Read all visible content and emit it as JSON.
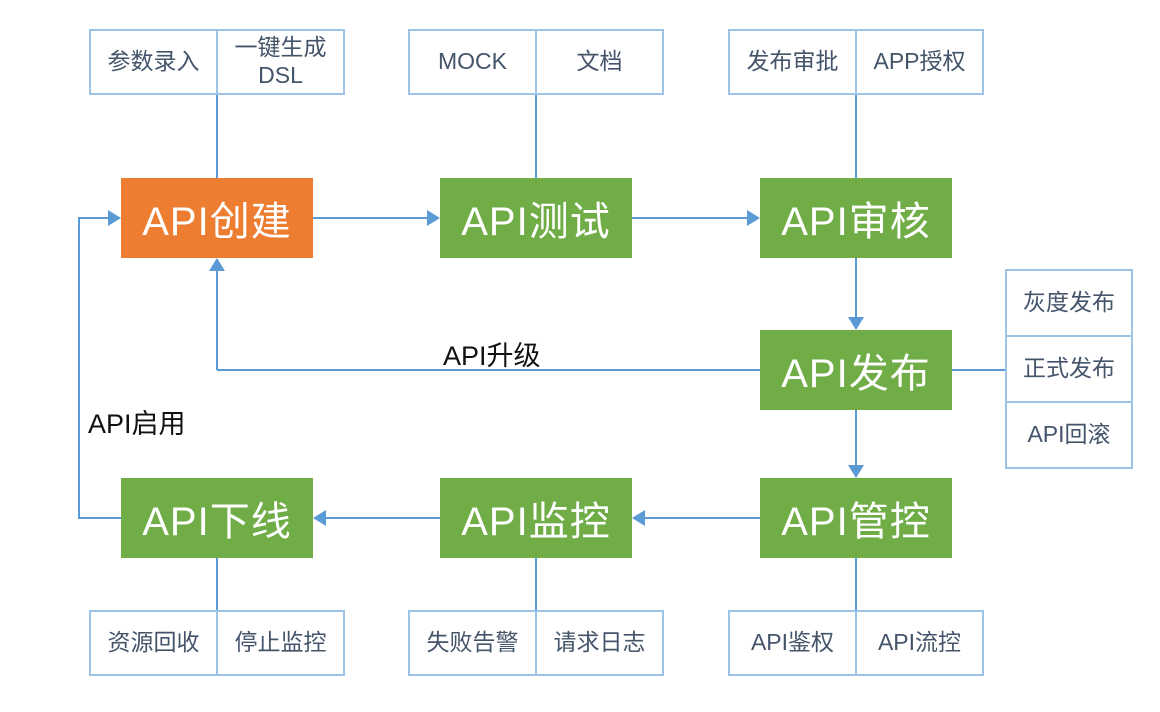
{
  "title": "API lifecycle flowchart",
  "colors": {
    "node_orange": "#ED7D31",
    "node_green": "#70AD47",
    "connector_blue": "#5B9BD5",
    "detail_border": "#9DC3E6",
    "detail_text": "#44546A",
    "node_text": "#FFFFFF",
    "label_text": "#111111",
    "background": "#FFFFFF"
  },
  "nodes": {
    "create": {
      "label": "API创建"
    },
    "test": {
      "label": "API测试"
    },
    "review": {
      "label": "API审核"
    },
    "publish": {
      "label": "API发布"
    },
    "control": {
      "label": "API管控"
    },
    "monitor": {
      "label": "API监控"
    },
    "offline": {
      "label": "API下线"
    }
  },
  "detail_boxes": {
    "create": [
      "参数录入",
      "一键生成DSL"
    ],
    "test": [
      "MOCK",
      "文档"
    ],
    "review": [
      "发布审批",
      "APP授权"
    ],
    "publish": [
      "灰度发布",
      "正式发布",
      "API回滚"
    ],
    "offline": [
      "资源回收",
      "停止监控"
    ],
    "monitor": [
      "失败告警",
      "请求日志"
    ],
    "control": [
      "API鉴权",
      "API流控"
    ]
  },
  "edge_labels": {
    "upgrade": "API升级",
    "enable": "API启用"
  }
}
